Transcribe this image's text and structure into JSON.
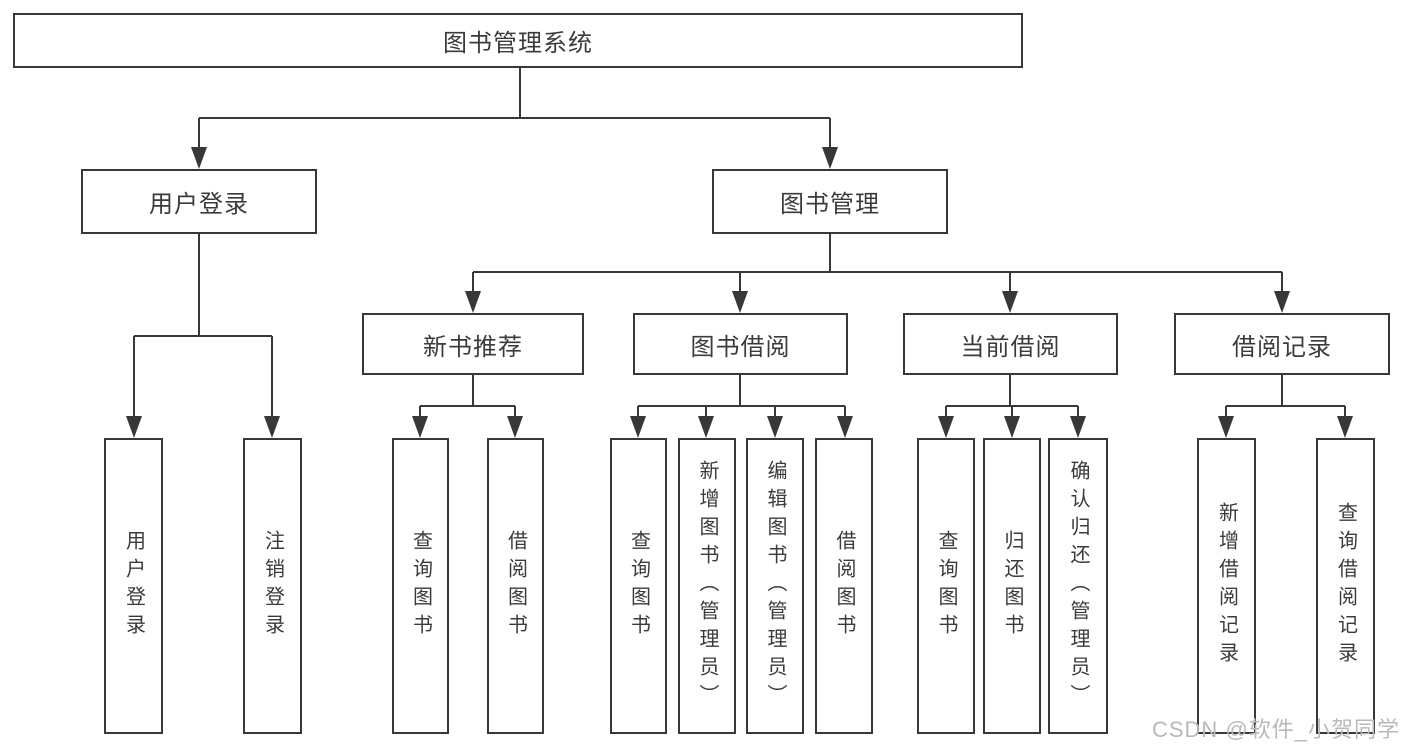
{
  "diagram": {
    "title": "图书管理系统",
    "branches": [
      {
        "label": "用户登录",
        "children": [
          "用户登录",
          "注销登录"
        ]
      },
      {
        "label": "图书管理",
        "children": [
          {
            "label": "新书推荐",
            "children": [
              "查询图书",
              "借阅图书"
            ]
          },
          {
            "label": "图书借阅",
            "children": [
              "查询图书",
              "新增图书（管理员）",
              "编辑图书（管理员）",
              "借阅图书"
            ]
          },
          {
            "label": "当前借阅",
            "children": [
              "查询图书",
              "归还图书",
              "确认归还（管理员）"
            ]
          },
          {
            "label": "借阅记录",
            "children": [
              "新增借阅记录",
              "查询借阅记录"
            ]
          }
        ]
      }
    ]
  },
  "watermark": {
    "text": "CSDN @软件_小贺同学"
  },
  "colors": {
    "line": "#383838",
    "text": "#3b3b3b",
    "watermark": "#b9b9b9",
    "background": "#ffffff"
  }
}
